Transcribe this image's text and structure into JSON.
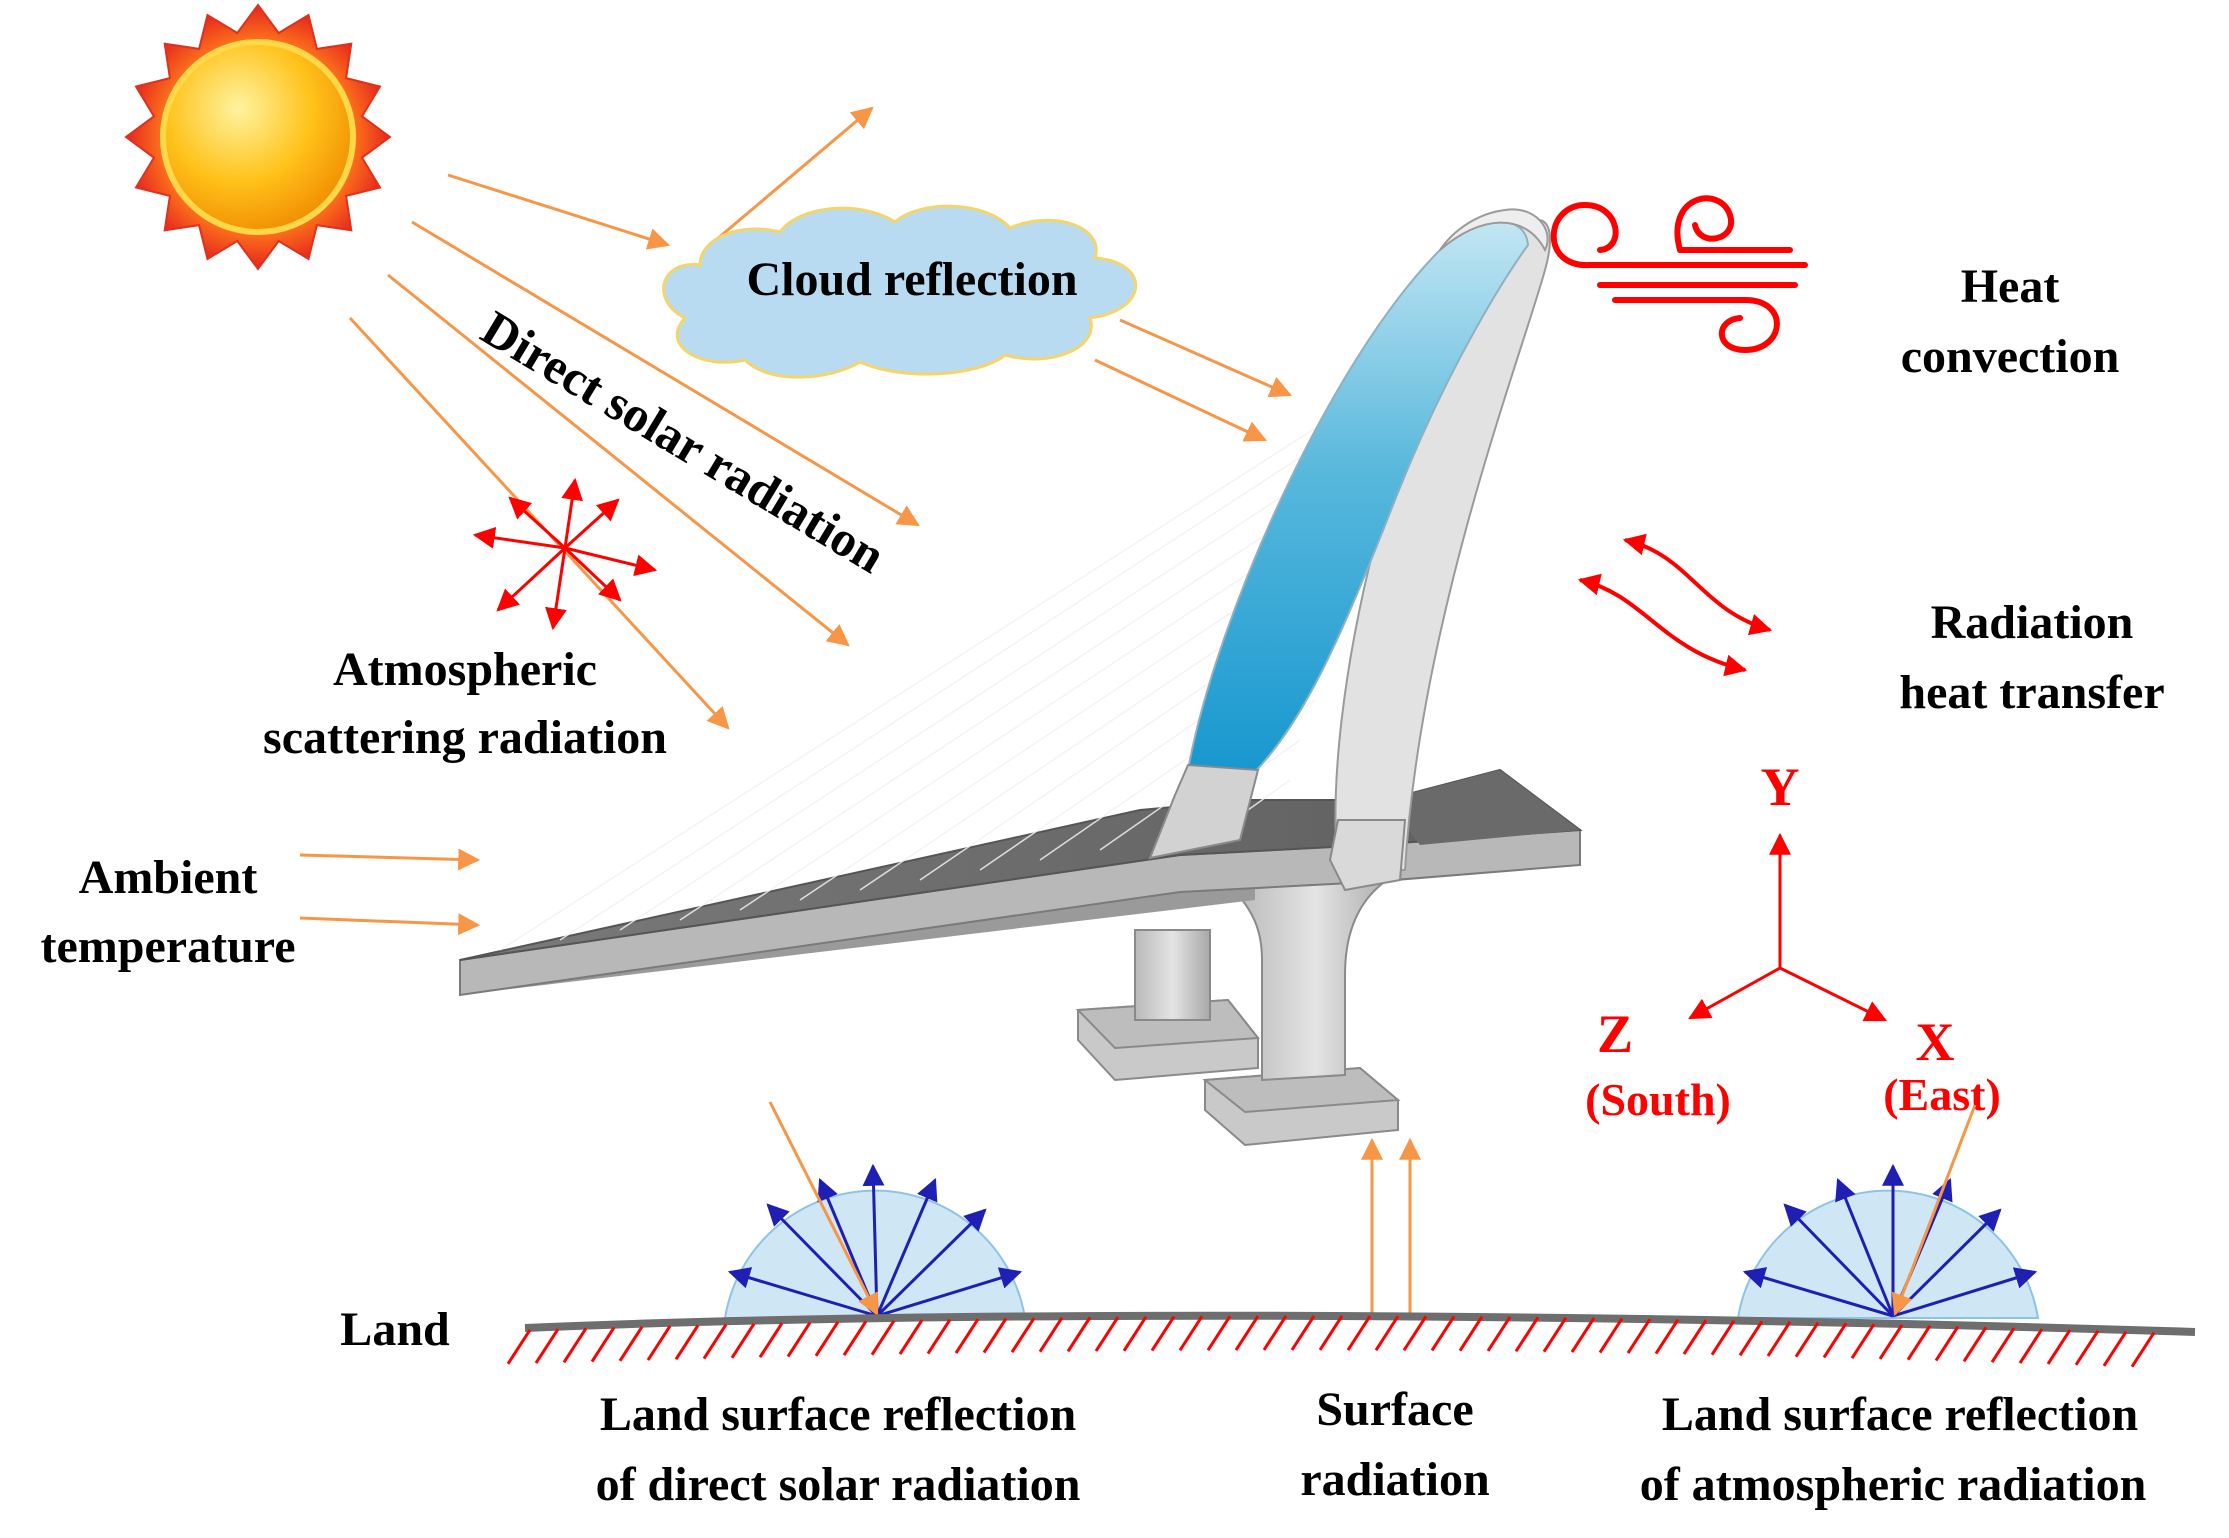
{
  "labels": {
    "cloud_reflection": "Cloud reflection",
    "direct_solar_radiation": "Direct solar radiation",
    "atmospheric_scattering_line1": "Atmospheric",
    "atmospheric_scattering_line2": "scattering radiation",
    "ambient_temperature_line1": "Ambient",
    "ambient_temperature_line2": "temperature",
    "heat_convection_line1": "Heat",
    "heat_convection_line2": "convection",
    "radiation_heat_transfer_line1": "Radiation",
    "radiation_heat_transfer_line2": "heat transfer",
    "land": "Land",
    "land_reflection_direct_line1": "Land surface reflection",
    "land_reflection_direct_line2": "of direct solar radiation",
    "surface_radiation_line1": "Surface",
    "surface_radiation_line2": "radiation",
    "land_reflection_atmos_line1": "Land surface reflection",
    "land_reflection_atmos_line2": "of atmospheric radiation"
  },
  "axes": {
    "y_label": "Y",
    "z_label": "Z",
    "z_direction": "(South)",
    "x_label": "X",
    "x_direction": "(East)"
  },
  "colors": {
    "ray_orange": "#f79646",
    "red": "#ff0000",
    "reflection_blue": "#1f1fb4",
    "dome_fill": "#cfe6f5",
    "cloud_fill": "#b9dbf2",
    "cloud_stroke": "#f3d56a",
    "deck_top": "#6e6e6e",
    "arch_blue": "#2fa5d6"
  },
  "icons": {
    "sun": "sun-icon",
    "wind": "wind-icon",
    "scatter": "scatter-star-icon",
    "bridge": "bridge-illustration",
    "ground": "ground-hatch"
  }
}
